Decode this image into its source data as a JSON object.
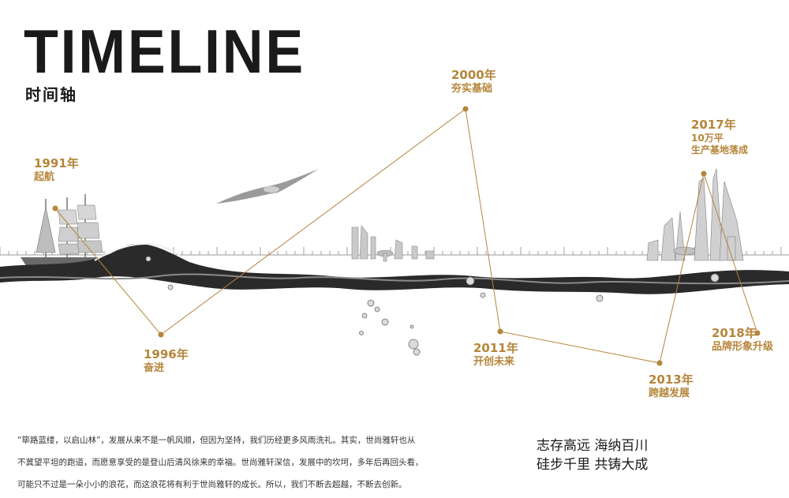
{
  "header": {
    "title": "TIMELINE",
    "subtitle": "时间轴"
  },
  "accent_color": "#b5853a",
  "milestones": [
    {
      "year": "1991年",
      "text": "起航"
    },
    {
      "year": "1996年",
      "text": "奋进"
    },
    {
      "year": "2000年",
      "text": "夯实基础"
    },
    {
      "year": "2011年",
      "text": "开创未来"
    },
    {
      "year": "2013年",
      "text": "跨越发展"
    },
    {
      "year": "2017年",
      "text": "10万平",
      "text2": "生产基地落成"
    },
    {
      "year": "2018年",
      "text": "品牌形象升级"
    }
  ],
  "paragraph": {
    "line1": "“筚路蓝缕，以启山林”，发展从来不是一帆风顺，但因为坚持，我们历经更多风雨洗礼。其实，世尚雅轩也从",
    "line2": "不冀望平坦的跑道，而愿意享受的是登山后清风徐来的幸福。世尚雅轩深信，发展中的坎坷，多年后再回头看，",
    "line3": "可能只不过是一朵小小的浪花，而这浪花将有利于世尚雅轩的成长。所以，我们不断去超越，不断去创新。"
  },
  "slogan": {
    "line1": "志存高远 海纳百川",
    "line2": "硅步千里 共铸大成"
  },
  "illustration": [
    "sailing-ship",
    "seagull",
    "city-skyline",
    "ink-wave",
    "water-droplets",
    "ruler-axis"
  ]
}
